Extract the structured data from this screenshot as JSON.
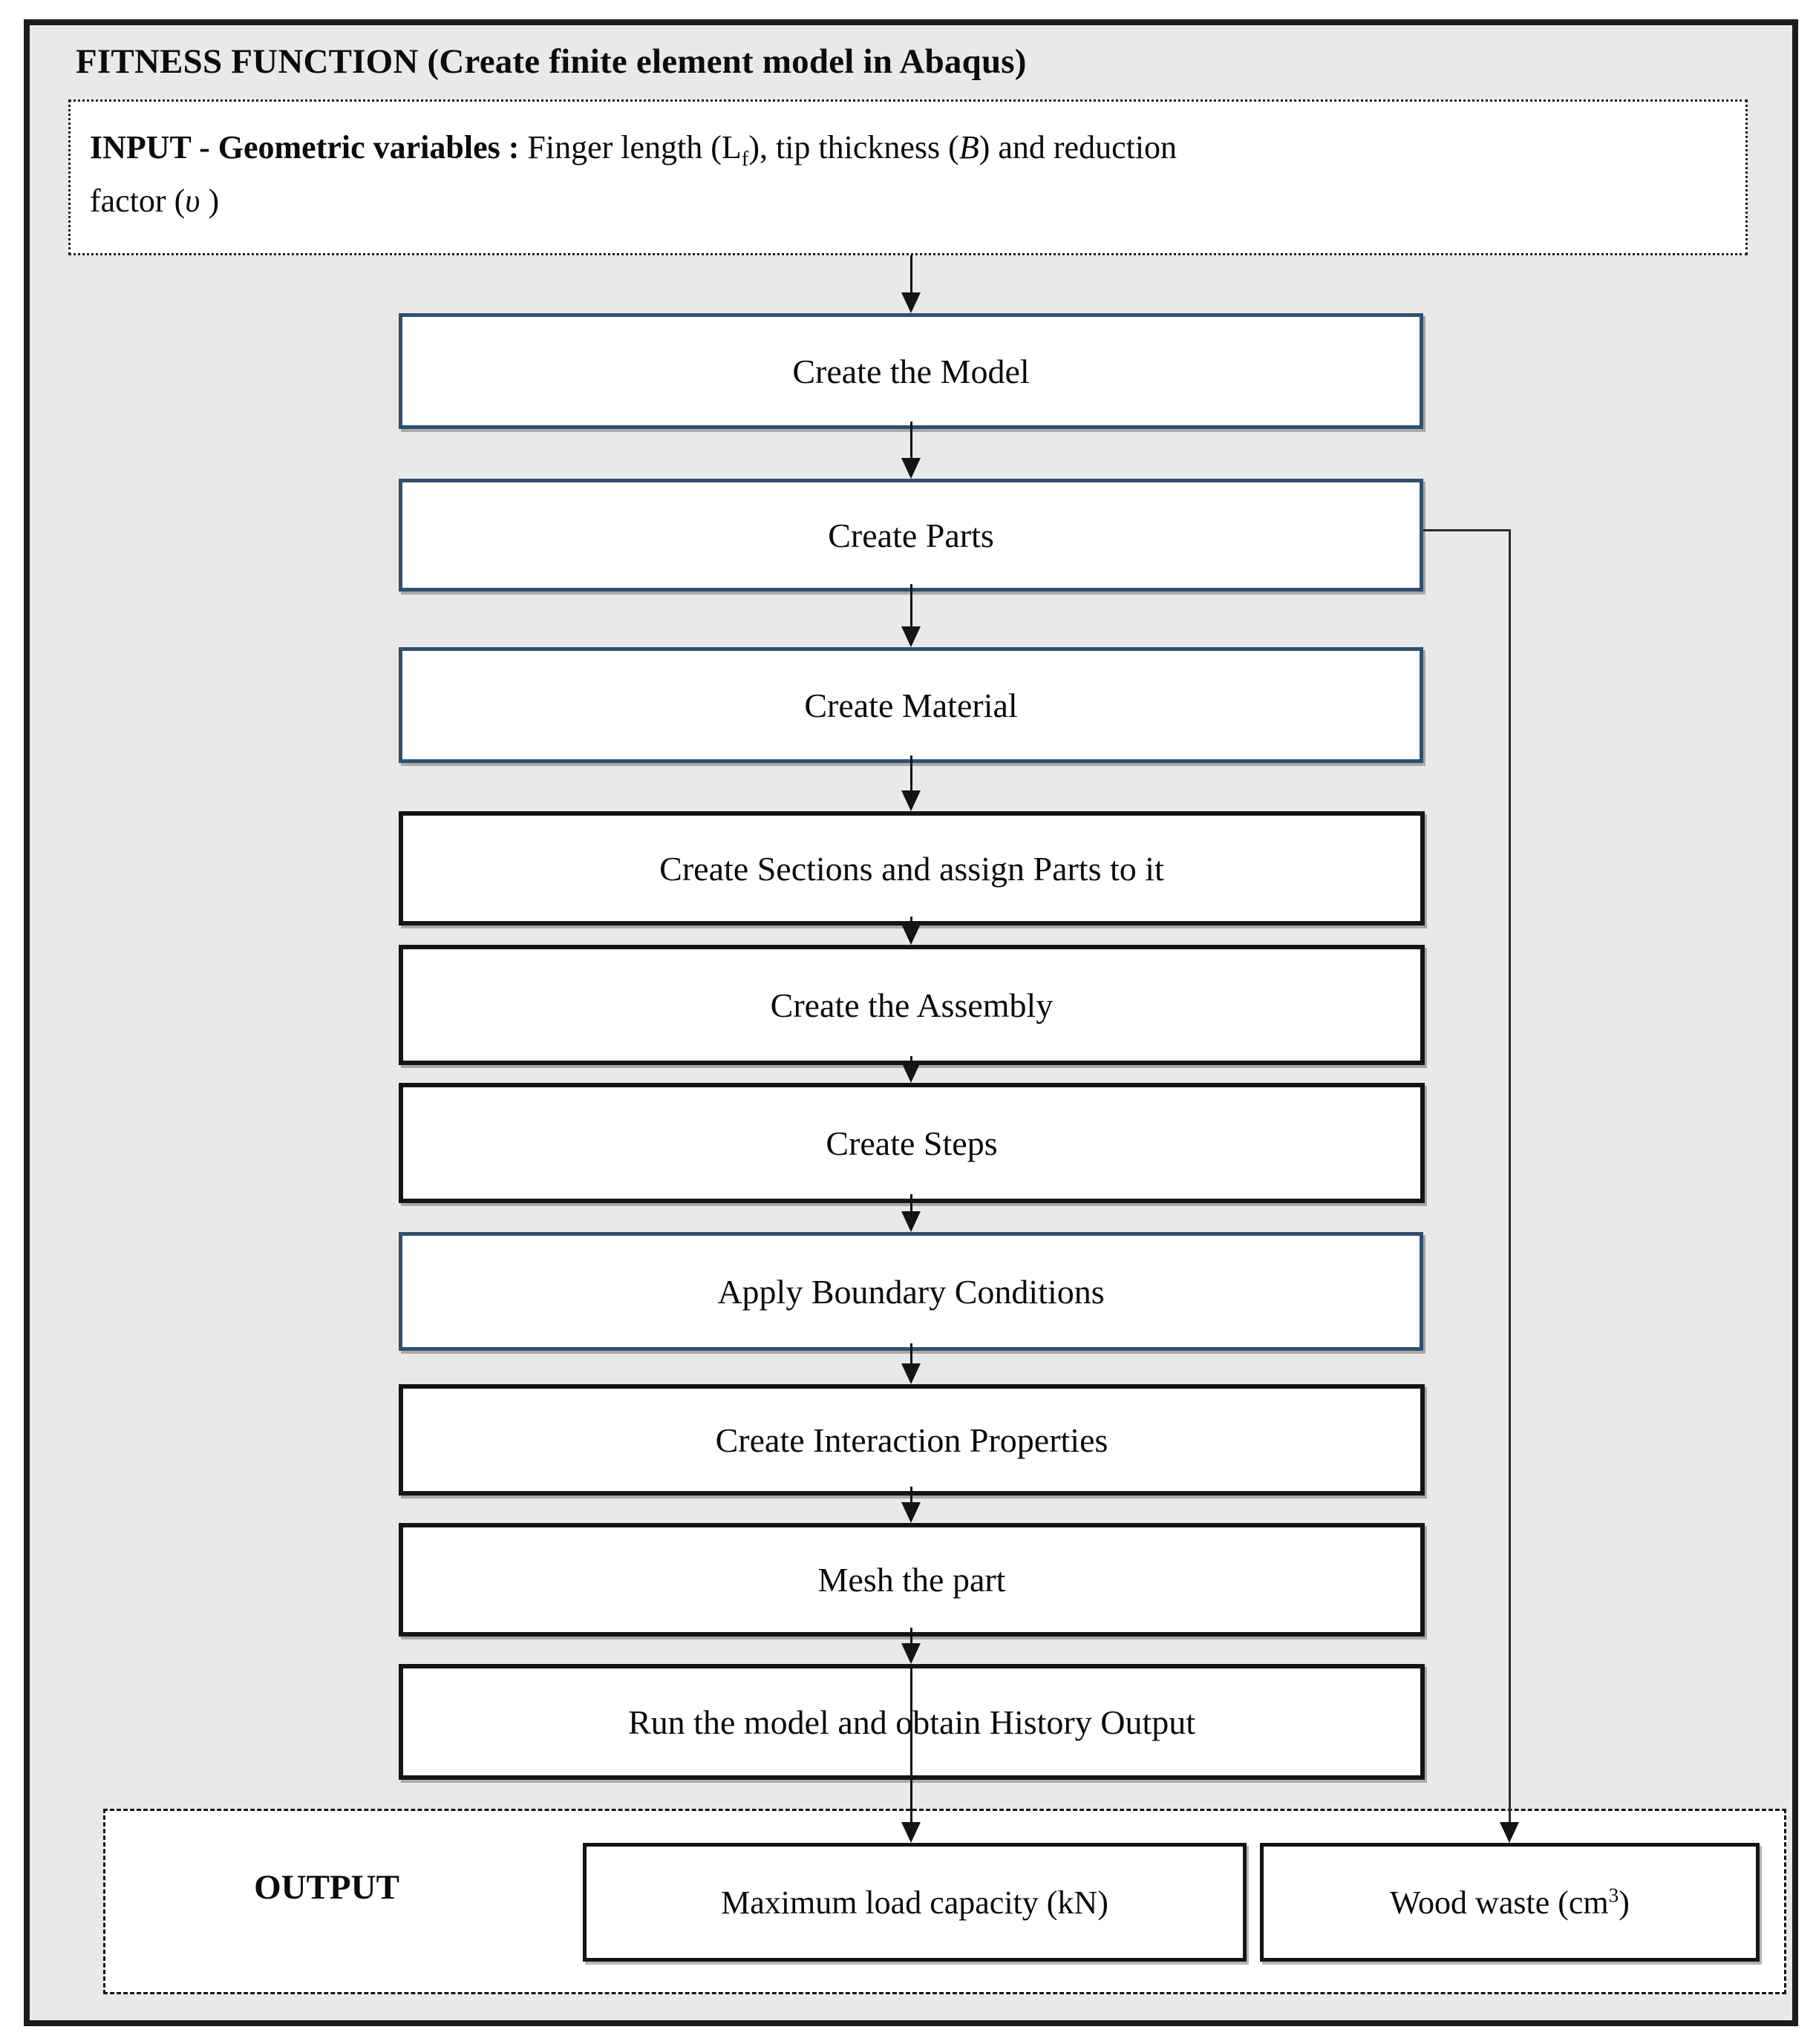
{
  "title": "FITNESS FUNCTION (Create finite element model in Abaqus)",
  "input": {
    "label_bold": "INPUT - Geometric variables : ",
    "line1_a": "Finger length (L",
    "sub_f": "f",
    "line1_b": "), tip thickness (",
    "var_B": "B",
    "line1_c": ") and reduction",
    "line2_a": "factor (",
    "var_v": "υ",
    "line2_b": " )"
  },
  "steps": [
    {
      "label": "Create the Model"
    },
    {
      "label": "Create Parts"
    },
    {
      "label": "Create Material"
    },
    {
      "label": "Create Sections and assign Parts to it"
    },
    {
      "label": "Create the Assembly"
    },
    {
      "label": "Create Steps"
    },
    {
      "label": "Apply Boundary Conditions"
    },
    {
      "label": "Create Interaction Properties"
    },
    {
      "label": "Mesh the part"
    },
    {
      "label": "Run the model and obtain History Output"
    }
  ],
  "output": {
    "label": "OUTPUT",
    "max_load": "Maximum load capacity (kN)",
    "wood_waste_a": "Wood waste (cm",
    "wood_waste_sup": "3",
    "wood_waste_b": ")"
  },
  "colors": {
    "blue_border": "#2f4f6d",
    "black_border": "#141414",
    "panel_background": "#e9e9e9",
    "box_fill": "#ffffff"
  }
}
